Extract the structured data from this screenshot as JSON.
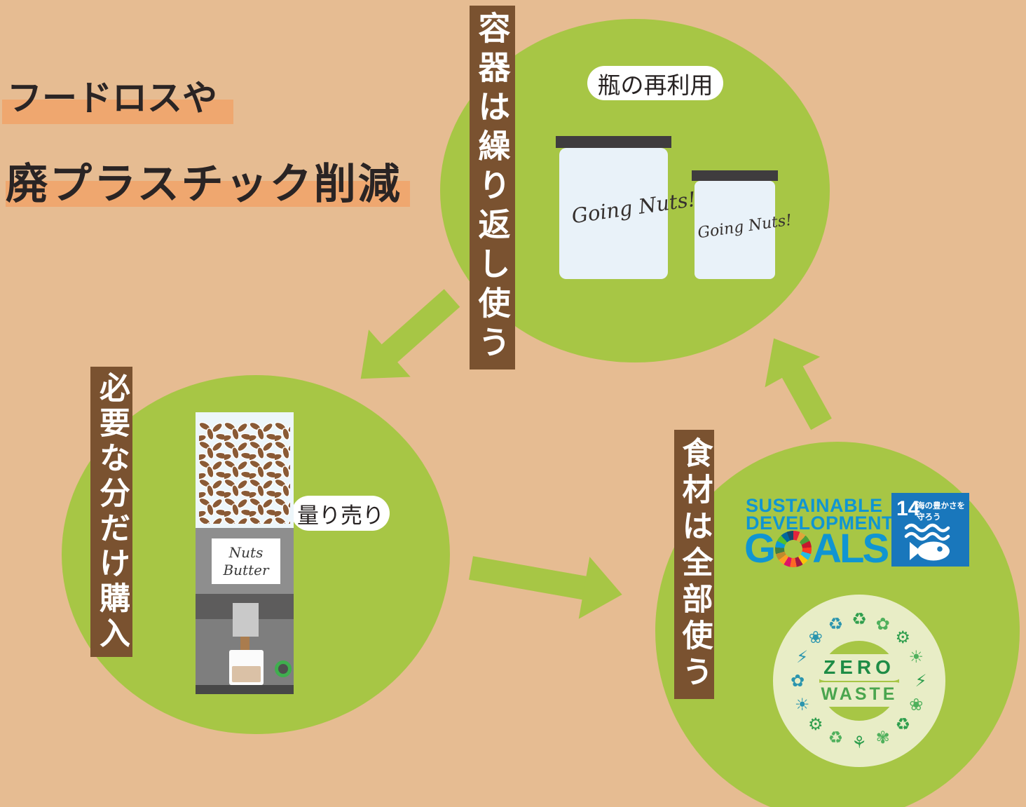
{
  "title": {
    "line1": "フードロスや",
    "line2": "廃プラスチック削減"
  },
  "colors": {
    "background": "#e6bc92",
    "circle": "#a7c645",
    "banner": "#7a5230",
    "highlight": "#efa76f",
    "arrow": "#a7c645",
    "ink": "#2a2424"
  },
  "steps": {
    "reuse": {
      "banner": "容器は繰り返し使う",
      "tag": "瓶の再利用",
      "jar_text": "Going Nuts!"
    },
    "bulk": {
      "banner": "必要な分だけ購入",
      "tag": "量り売り",
      "machine_line1": "Nuts",
      "machine_line2": "Butter"
    },
    "useall": {
      "banner": "食材は全部使う"
    }
  },
  "sdg": {
    "title_line1": "SUSTAINABLE",
    "title_line2": "DEVELOPMENT",
    "goals_g": "G",
    "goals_als": "ALS",
    "badge_number": "14",
    "badge_line1": "海の豊かさを",
    "badge_line2": "守ろう",
    "wheel_colors": [
      "#E5243B",
      "#DDA63A",
      "#4C9F38",
      "#C5192D",
      "#FF3A21",
      "#26BDE2",
      "#FCC30B",
      "#A21942",
      "#FD6925",
      "#DD1367",
      "#FD9D24",
      "#BF8B2E",
      "#3F7E44",
      "#0A97D9",
      "#56C02B",
      "#00689D",
      "#19486A"
    ]
  },
  "zero_waste": {
    "line1": "ZERO",
    "line2": "WASTE",
    "icons": [
      "♻",
      "✿",
      "⚙",
      "☀",
      "⚡",
      "❀",
      "♻",
      "✾",
      "⚘",
      "♻",
      "⚙",
      "☀",
      "✿",
      "⚡",
      "❀",
      "♻"
    ]
  }
}
